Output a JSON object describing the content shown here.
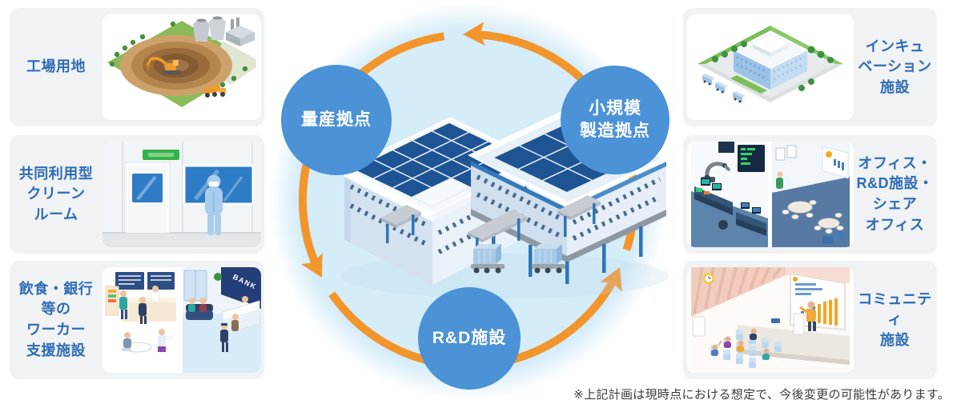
{
  "cards": {
    "left": [
      {
        "label": "工場用地",
        "illustration": "factory-site"
      },
      {
        "label": "共同利用型\nクリーン\nルーム",
        "illustration": "shared-clean-room"
      },
      {
        "label": "飲食・銀行\n等の\nワーカー\n支援施設",
        "illustration": "worker-support-facilities"
      }
    ],
    "right": [
      {
        "label": "インキュ\nベーション\n施設",
        "illustration": "incubation-facility"
      },
      {
        "label": "オフィス・\nR&D施設・\nシェア\nオフィス",
        "illustration": "office-rd-share-office"
      },
      {
        "label": "コミュニティ\n施設",
        "illustration": "community-facility"
      }
    ]
  },
  "cycle": {
    "nodes": [
      {
        "label": "量産拠点"
      },
      {
        "label": "小規模\n製造拠点"
      },
      {
        "label": "R&D施設"
      }
    ],
    "center_illustration": "factory-buildings-with-solar-panels",
    "direction": "counter-clockwise"
  },
  "illustrations": {
    "bank_sign": "BANK"
  },
  "footnote": "※上記計画は現時点における想定で、今後変更の可能性があります。",
  "colors": {
    "node_blue": "#4b92d6",
    "ring_orange": "#f2952b",
    "disc_blue": "#d5ecf9",
    "label_blue": "#2e6cb5",
    "card_bg": "#f0f2f4",
    "footnote_text": "#3a3a3a"
  }
}
